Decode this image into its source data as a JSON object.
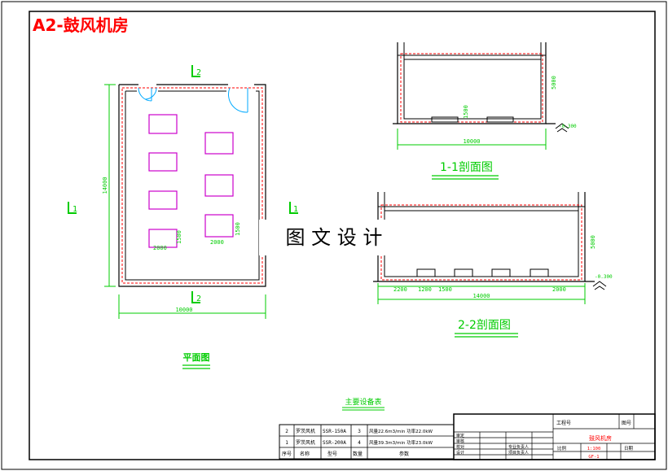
{
  "sheet_title": "A2-鼓风机房",
  "plan": {
    "caption": "平面图",
    "section_marks": [
      "2",
      "1",
      "1",
      "2"
    ],
    "dim_width": "10000",
    "dim_height": "14000",
    "dim_unit_a": "2000",
    "dim_unit_b": "1500",
    "dim_unit_c": "2000",
    "dim_unit_d": "1500"
  },
  "section_1": {
    "caption": "1-1剖面图",
    "dim_width": "10000",
    "dim_height": "5000",
    "dim_small": "1500",
    "elevation": "-0.300"
  },
  "section_2": {
    "caption": "2-2剖面图",
    "dim_total": "14000",
    "dim_height": "5000",
    "dims": [
      "2200",
      "1200",
      "1500",
      "2000"
    ],
    "elevation": "-0.300"
  },
  "watermark": "图 文 设 计",
  "equipment_table": {
    "title": "主要设备表",
    "rows": [
      {
        "no": "2",
        "name": "罗茨风机",
        "model": "SSR-150A",
        "qty": "3",
        "params": "风量22.6m3/min 功率22.0kW"
      },
      {
        "no": "1",
        "name": "罗茨风机",
        "model": "SSR-200A",
        "qty": "4",
        "params": "风量39.3m3/min 功率23.0kW"
      }
    ],
    "header": {
      "no": "序号",
      "name": "名称",
      "model": "型号",
      "qty": "数量",
      "params": "参数"
    }
  },
  "title_block": {
    "project_label": "工程号",
    "drawing_no_label": "图号",
    "drawing_name": "鼓风机房",
    "scale_label": "比例",
    "scale_value": "1:100",
    "date_label": "日期",
    "sheet_code": "GF-1",
    "roles": [
      "审定",
      "审核",
      "校对",
      "设计",
      "专业负责人",
      "项目负责人"
    ]
  },
  "colors": {
    "frame": "#000000",
    "wall": "#000000",
    "hatch": "#ff0000",
    "equipment": "#cc00cc",
    "dimension": "#00cc00",
    "door": "#00aaff",
    "title": "#ff0000"
  }
}
